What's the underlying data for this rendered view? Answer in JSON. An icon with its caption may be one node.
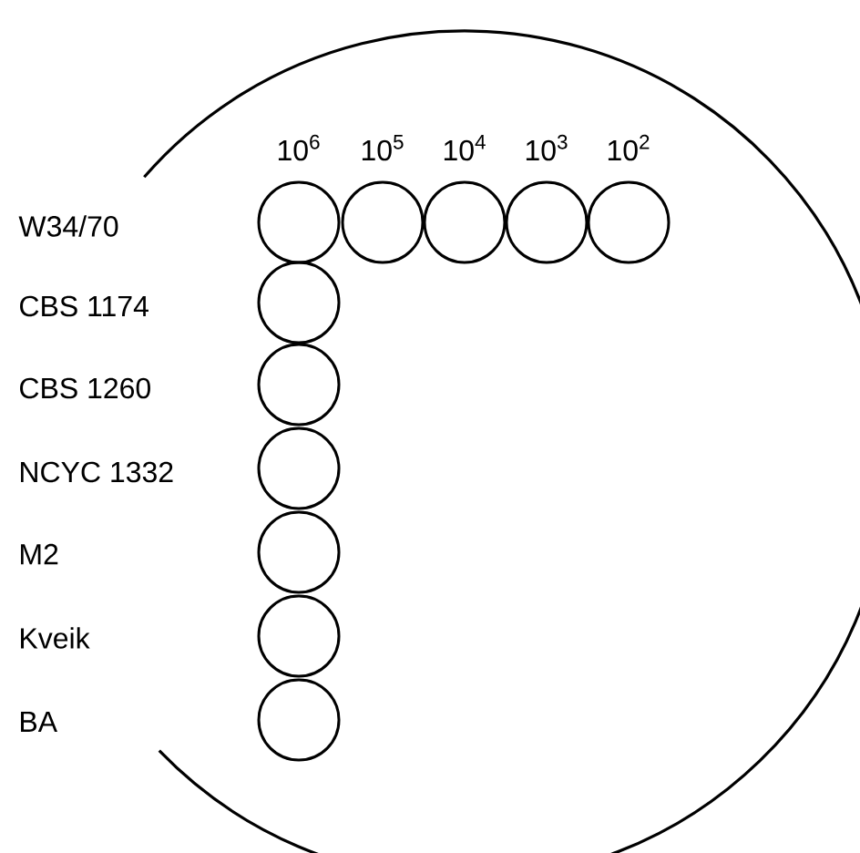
{
  "diagram": {
    "nodes": [
      {
        "text": [],
        "shape": "circle"
      },
      {
        "text": [],
        "shape": "circle"
      },
      {
        "text": [],
        "shape": "circle"
      },
      {
        "text": [],
        "shape": "circle"
      },
      {
        "text": [],
        "shape": "circle"
      },
      {
        "text": [],
        "shape": "circle"
      },
      {
        "text": [],
        "shape": "circle"
      },
      {
        "text": [],
        "shape": "circle"
      },
      {
        "text": [],
        "shape": "circle"
      },
      {
        "text": [],
        "shape": "circle"
      },
      {
        "text": [],
        "shape": "circle"
      }
    ],
    "labels": [
      "10$^{6}$",
      "10$^{5}$",
      "10$^{4}$",
      "10$^{3}$",
      "10$^{2}$",
      "W34/70",
      "CBS 1174",
      "CBS 1260",
      "NCYC 1332",
      "M2",
      "Kveik",
      "BA"
    ]
  }
}
